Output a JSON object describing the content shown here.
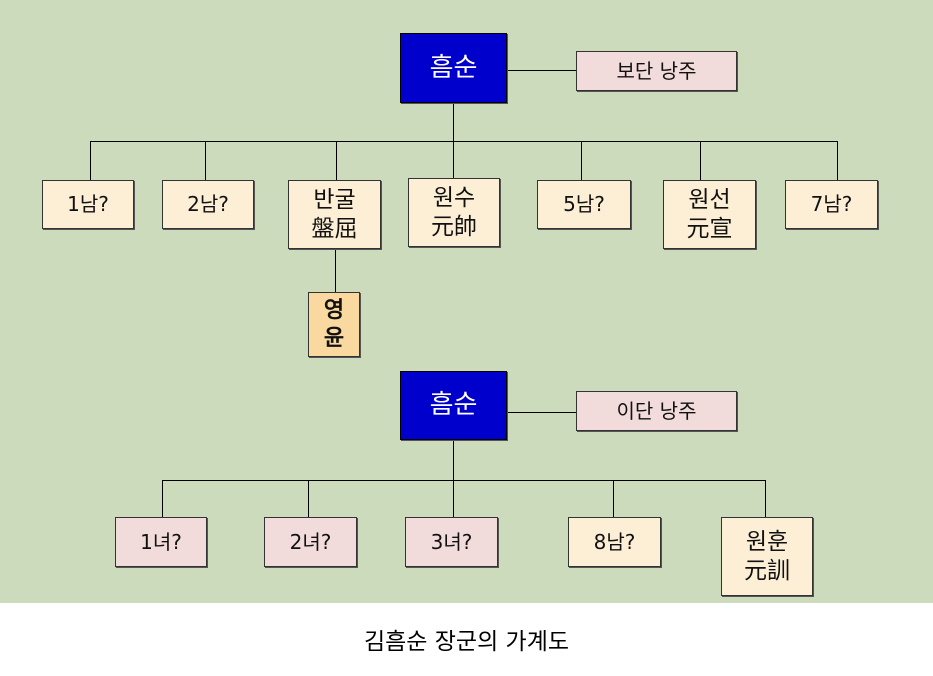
{
  "tree1": {
    "root": "흠순",
    "spouse": "보단 낭주",
    "children": [
      "1남?",
      "2남?",
      "반굴\n盤屈",
      "원수\n元帥",
      "5남?",
      "원선\n元宣",
      "7남?"
    ],
    "grandchild": "영\n윤"
  },
  "tree2": {
    "root": "흠순",
    "spouse": "이단 낭주",
    "children": [
      "1녀?",
      "2녀?",
      "3녀?",
      "8남?",
      "원훈\n元訓"
    ]
  },
  "caption": "김흠순 장군의 가계도"
}
